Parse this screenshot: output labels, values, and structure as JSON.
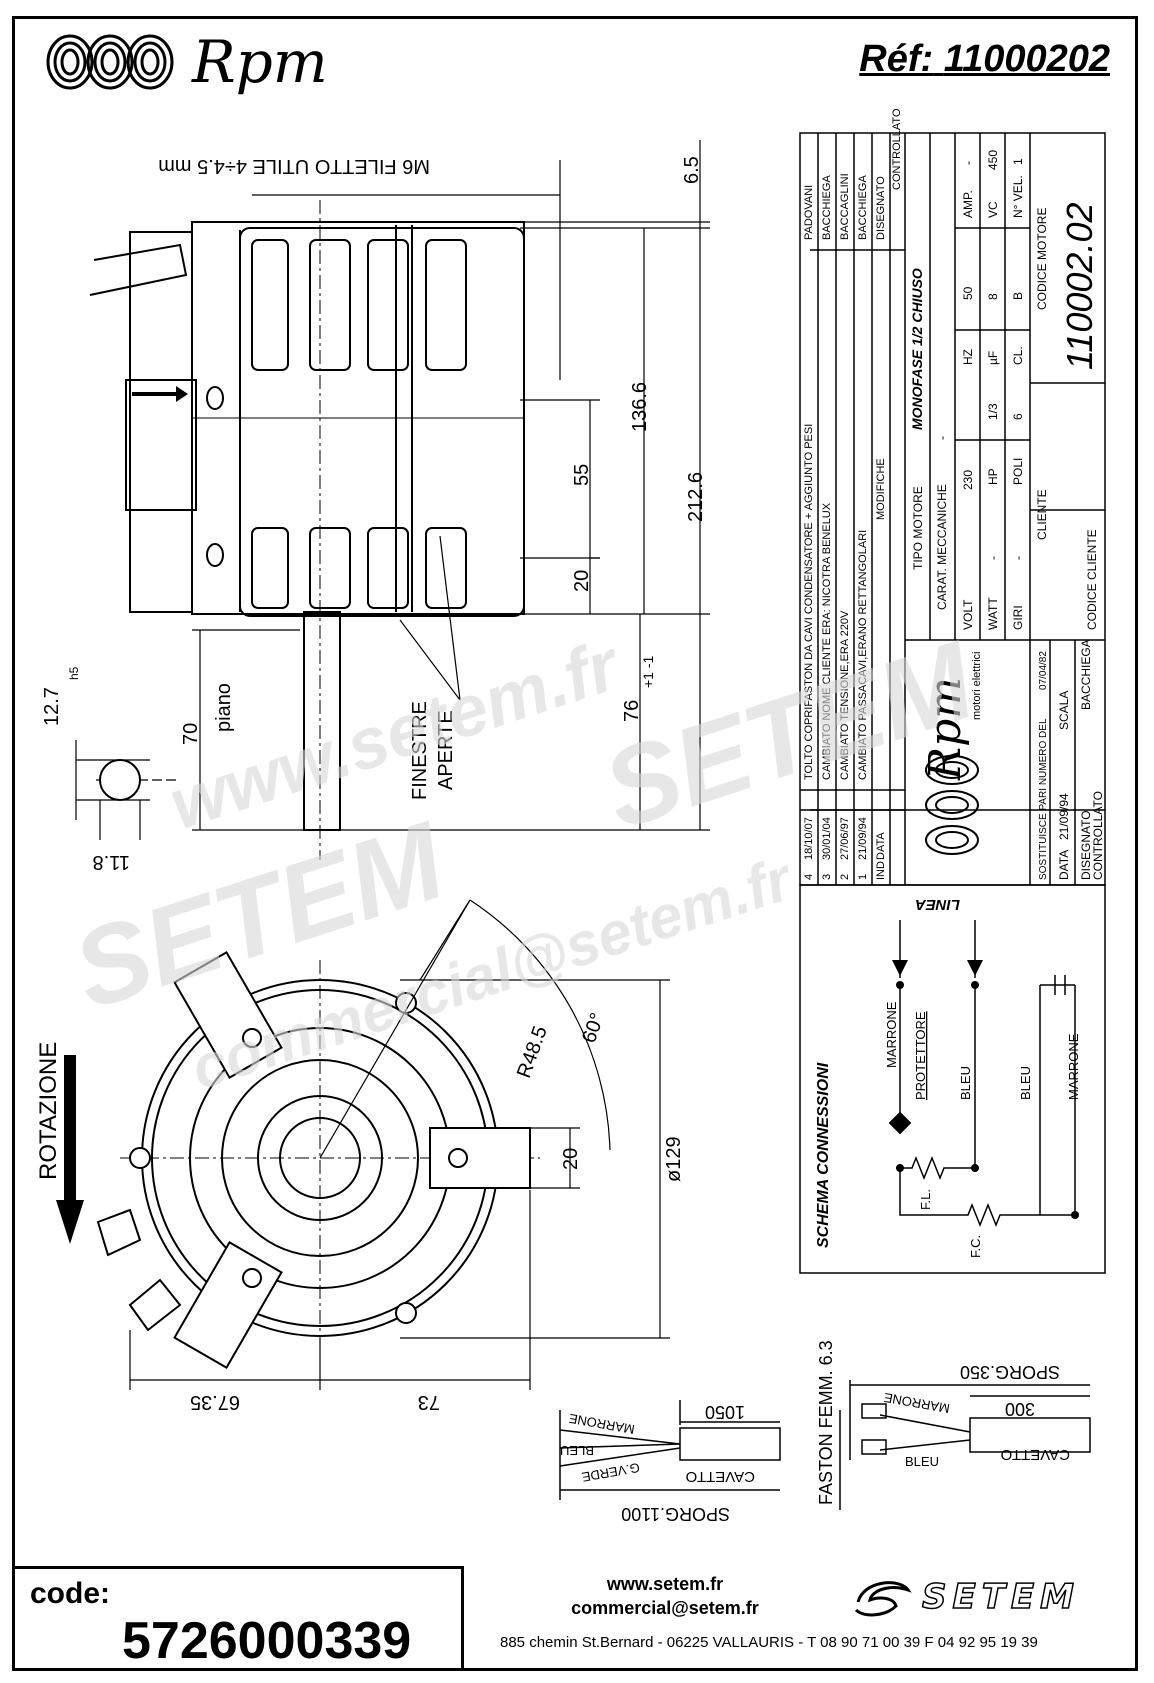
{
  "header": {
    "brand": "Rpm",
    "ref_label": "Réf:",
    "ref_number": "11000202"
  },
  "dimensions": {
    "thread_note": "M6 FILETTO UTILE 4÷4.5 mm",
    "d_6_5": "6.5",
    "d_136_6": "136.6",
    "d_212_6": "212.6",
    "d_55": "55",
    "d_20_side": "20",
    "d_76": "76",
    "d_76_tol": "+1 -1",
    "d_70": "70",
    "piano": "piano",
    "d_12_7": "12.7",
    "d_12_7_tol": "h5",
    "d_11_8": "11.8",
    "finestre": "FINESTRE",
    "aperte": "APERTE",
    "r48_5": "R48.5",
    "angle": "60°",
    "d_20_front": "20",
    "diameter": "ø129",
    "d_67_35": "67.35",
    "d_73": "73",
    "rotazione": "ROTAZIONE"
  },
  "revisions": [
    {
      "ind": "4",
      "data": "18/10/07",
      "modifiche": "TOLTO COPRIFASTON DA CAVI CONDENSATORE + AGGIUNTO PESI",
      "disegnato": "PADOVANI",
      "controllato": "-"
    },
    {
      "ind": "3",
      "data": "30/01/04",
      "modifiche": "CAMBIATO NOME CLIENTE ERA: NICOTRA BENELUX",
      "disegnato": "BACCHIEGA",
      "controllato": ""
    },
    {
      "ind": "2",
      "data": "27/06/97",
      "modifiche": "CAMBIATO TENSIONE,ERA 220V",
      "disegnato": "BACCAGLINI",
      "controllato": ""
    },
    {
      "ind": "1",
      "data": "21/09/94",
      "modifiche": "CAMBIATO PASSACAVI,ERANO RETTANGOLARI",
      "disegnato": "BACCHIEGA",
      "controllato": ""
    }
  ],
  "rev_header": {
    "ind": "IND",
    "data": "DATA",
    "modifiche": "MODIFICHE",
    "disegnato": "DISEGNATO",
    "controllato": "CONTROLLATO"
  },
  "title_block": {
    "tipo_motore_label": "TIPO MOTORE",
    "tipo_motore": "MONOFASE 1/2 CHIUSO",
    "carat_label": "CARAT. MECCANICHE",
    "carat_value": "-",
    "volt_label": "VOLT",
    "volt": "230",
    "hz_label": "HZ",
    "hz": "50",
    "amp_label": "AMP.",
    "amp": "-",
    "watt_label": "WATT",
    "watt": "-",
    "hp_label": "HP",
    "hp": "1/3",
    "uf_label": "µF",
    "uf": "8",
    "vc_label": "VC",
    "vc": "450",
    "giri_label": "GIRI",
    "giri": "-",
    "poli_label": "POLI",
    "poli": "6",
    "cl_label": "CL.",
    "cl": "B",
    "nvel_label": "N° VEL.",
    "nvel": "1",
    "cliente_label": "CLIENTE",
    "codice_motore_label": "CODICE MOTORE",
    "codice_motore": "110002.02",
    "codice_cliente_label": "CODICE CLIENTE",
    "sostituisce": "SOSTITUISCE PARI NUMERO DEL",
    "sostituisce_data": "07/04/82",
    "data_label": "DATA",
    "data_value": "21/09/94",
    "scala_label": "SCALA",
    "disegnato_label": "DISEGNATO",
    "disegnato_value": "BACCHIEGA",
    "controllato_label": "CONTROLLATO",
    "logo_brand": "Rpm",
    "logo_sub": "motori elettrici"
  },
  "schema": {
    "title": "SCHEMA CONNESSIONI",
    "linea": "LINEA",
    "marrone": "MARRONE",
    "protettore": "PROTETTORE",
    "bleu": "BLEU",
    "fl": "F.L.",
    "fc": "F.C."
  },
  "cables": {
    "len_1050": "1050",
    "cavetto": "CAVETTO",
    "marrone": "MARRONE",
    "bleu": "BLEU",
    "gverde": "G.VERDE",
    "sporg_1100": "SPORG.1100",
    "faston": "FASTON FEMM. 6.3",
    "sporg_350": "SPORG.350",
    "len_300": "300",
    "cavetto2": "CAVETTO",
    "marrone2": "MARRONE",
    "bleu2": "BLEU"
  },
  "footer": {
    "code_label": "code:",
    "code_value": "5726000339",
    "website": "www.setem.fr",
    "email": "commercial@setem.fr",
    "address": "885 chemin St.Bernard  -  06225 VALLAURIS  -  T 08 90 71 00 39  F 04 92 95 19 39",
    "setem_logo": "SETEM"
  },
  "watermark": {
    "line1": "www.setem.fr",
    "line2": "SETEM",
    "line3": "SETEM",
    "line4": "commercial@setem.fr"
  }
}
